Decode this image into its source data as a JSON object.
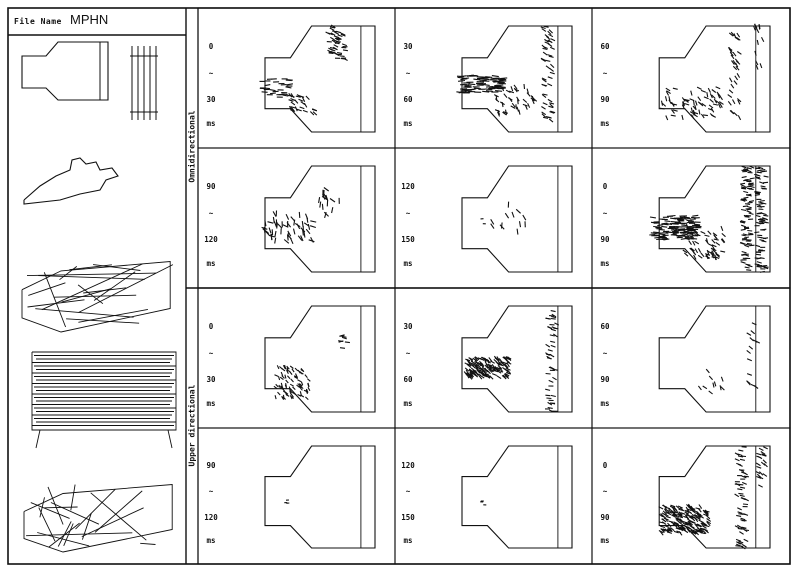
{
  "file": {
    "label": "File Name",
    "value": "MPHN"
  },
  "categories": [
    {
      "id": "omni",
      "label": "Omnidirectional"
    },
    {
      "id": "upper",
      "label": "Upper directional"
    }
  ],
  "panels": [
    {
      "row": 0,
      "col": 0,
      "range_from": "0",
      "range_to": "30",
      "unit": "ms",
      "pattern": "omni_low_early"
    },
    {
      "row": 0,
      "col": 1,
      "range_from": "30",
      "range_to": "60",
      "unit": "ms",
      "pattern": "omni_low_mid"
    },
    {
      "row": 0,
      "col": 2,
      "range_from": "60",
      "range_to": "90",
      "unit": "ms",
      "pattern": "omni_low_late"
    },
    {
      "row": 1,
      "col": 0,
      "range_from": "90",
      "range_to": "120",
      "unit": "ms",
      "pattern": "omni_mid_spread"
    },
    {
      "row": 1,
      "col": 1,
      "range_from": "120",
      "range_to": "150",
      "unit": "ms",
      "pattern": "omni_sparse"
    },
    {
      "row": 1,
      "col": 2,
      "range_from": "0",
      "range_to": "90",
      "unit": "ms",
      "pattern": "omni_full"
    },
    {
      "row": 2,
      "col": 0,
      "range_from": "0",
      "range_to": "30",
      "unit": "ms",
      "pattern": "upper_early"
    },
    {
      "row": 2,
      "col": 1,
      "range_from": "30",
      "range_to": "60",
      "unit": "ms",
      "pattern": "upper_mid"
    },
    {
      "row": 2,
      "col": 2,
      "range_from": "60",
      "range_to": "90",
      "unit": "ms",
      "pattern": "upper_late"
    },
    {
      "row": 3,
      "col": 0,
      "range_from": "90",
      "range_to": "120",
      "unit": "ms",
      "pattern": "upper_quiet"
    },
    {
      "row": 3,
      "col": 1,
      "range_from": "120",
      "range_to": "150",
      "unit": "ms",
      "pattern": "upper_quiet2"
    },
    {
      "row": 3,
      "col": 2,
      "range_from": "0",
      "range_to": "90",
      "unit": "ms",
      "pattern": "upper_full"
    }
  ],
  "range_separator": "~",
  "views": [
    {
      "id": "plan"
    },
    {
      "id": "section"
    },
    {
      "id": "perspective-1"
    },
    {
      "id": "perspective-2"
    },
    {
      "id": "perspective-3"
    }
  ]
}
